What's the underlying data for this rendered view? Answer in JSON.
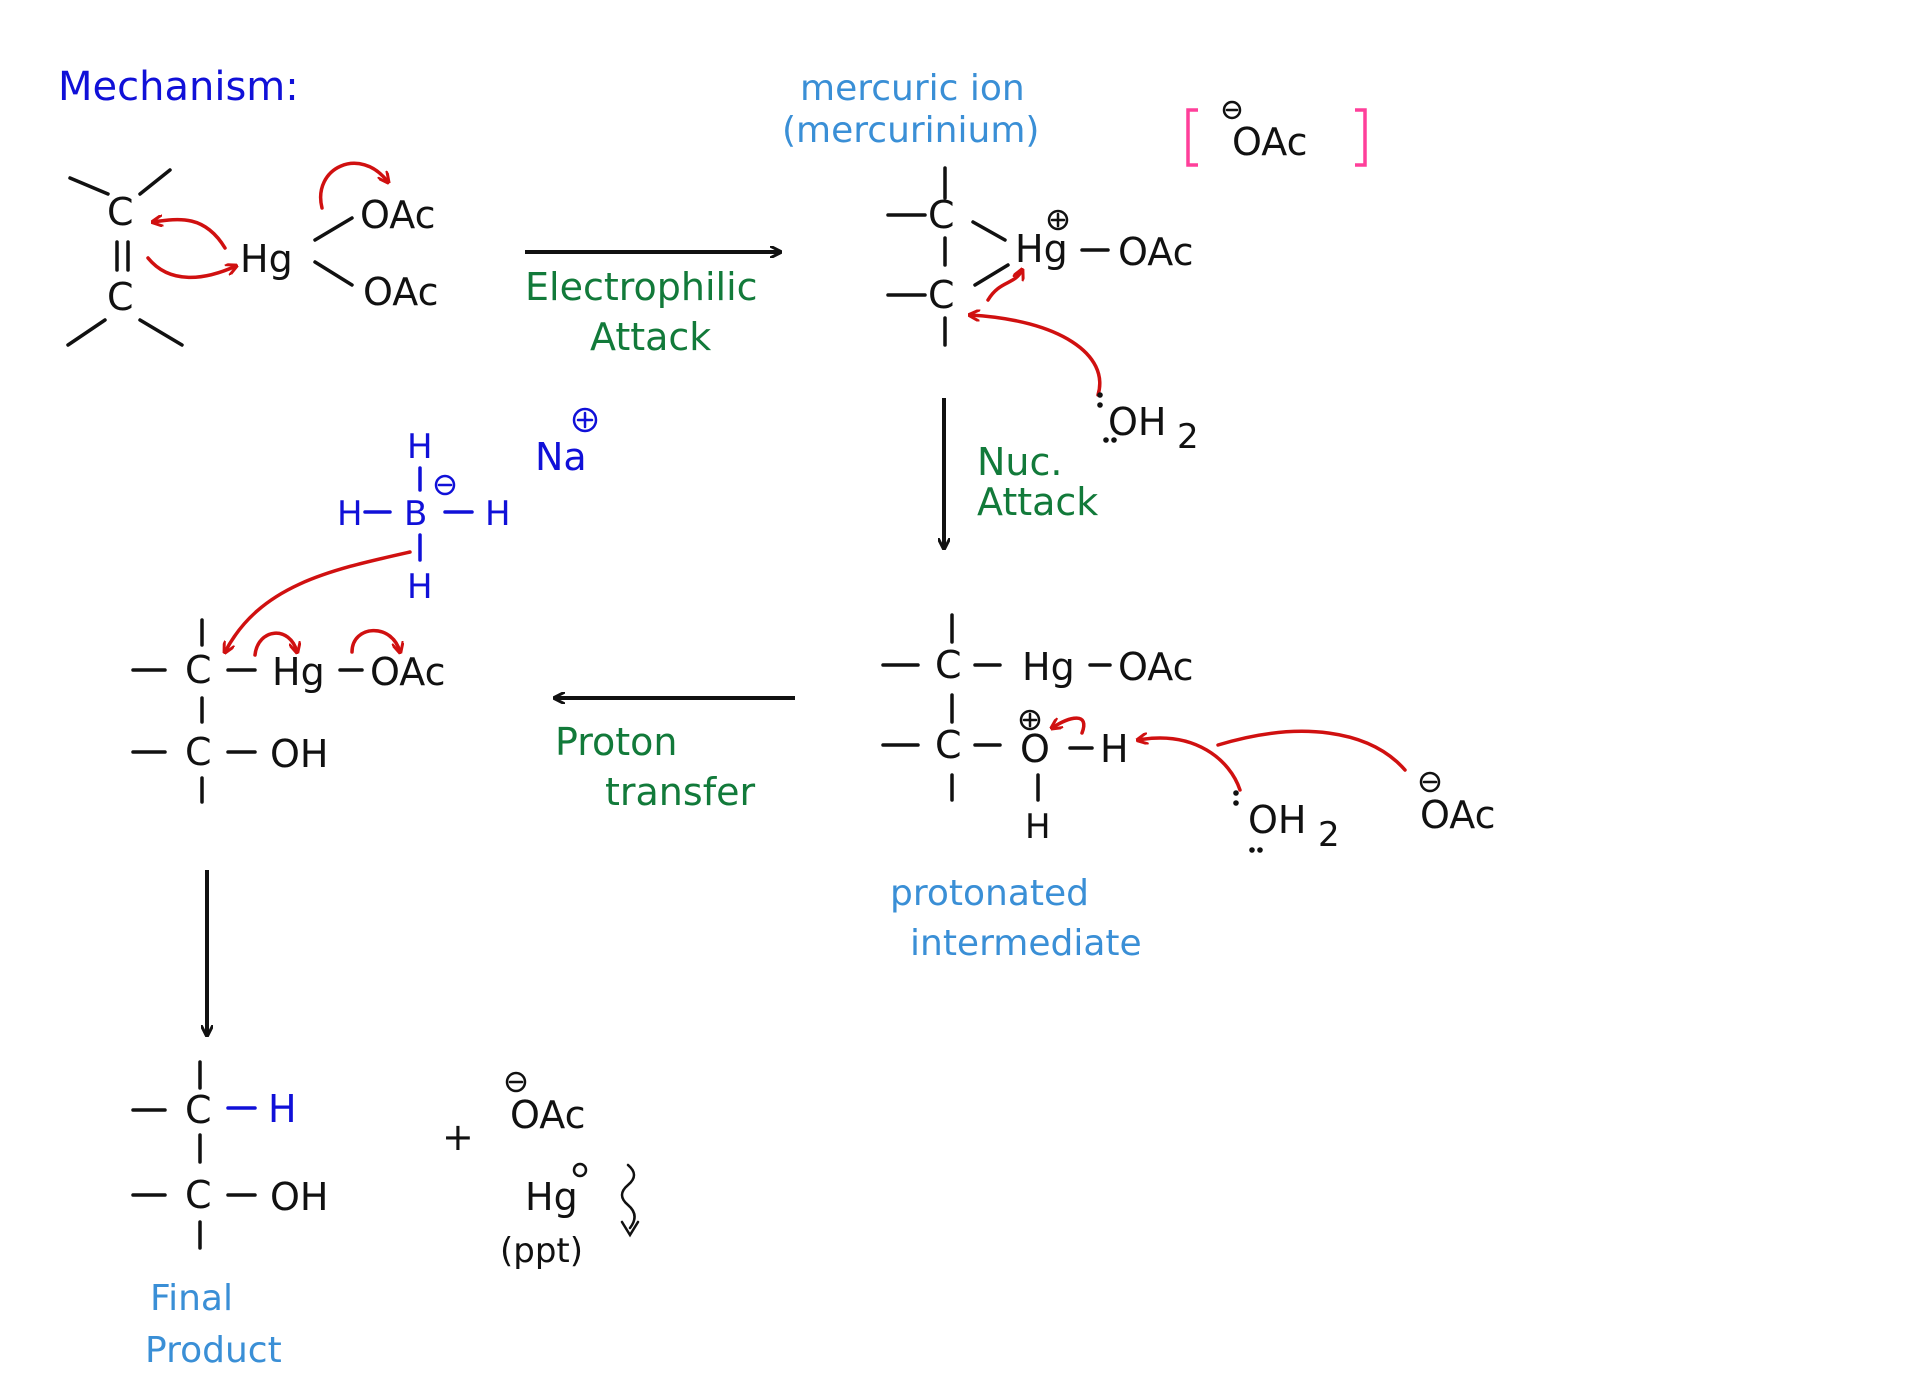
{
  "heading": "Mechanism:",
  "labels": {
    "mercuric_ion_line1": "mercuric ion",
    "mercuric_ion_line2": "(mercurinium)",
    "electrophilic_line1": "Electrophilic",
    "electrophilic_line2": "Attack",
    "nuc_line1": "Nuc.",
    "nuc_line2": "Attack",
    "proton_line1": "Proton",
    "proton_line2": "transfer",
    "protonated_line1": "protonated",
    "protonated_line2": "intermediate",
    "final_line1": "Final",
    "final_line2": "Product",
    "ppt": "(ppt)"
  },
  "atoms": {
    "C": "C",
    "Hg": "Hg",
    "OAc": "OAc",
    "O": "O",
    "OH": "OH",
    "OH2": "OH",
    "sub2": "2",
    "H": "H",
    "B": "B",
    "Na": "Na",
    "plus_sign": "+",
    "double_bond": "="
  },
  "colors": {
    "heading": "#1010d8",
    "label_blue": "#3a8fd6",
    "label_green": "#127a3a",
    "curved_arrow": "#d01010",
    "bracket": "#ff3f9a",
    "reagent": "#1010d8"
  }
}
